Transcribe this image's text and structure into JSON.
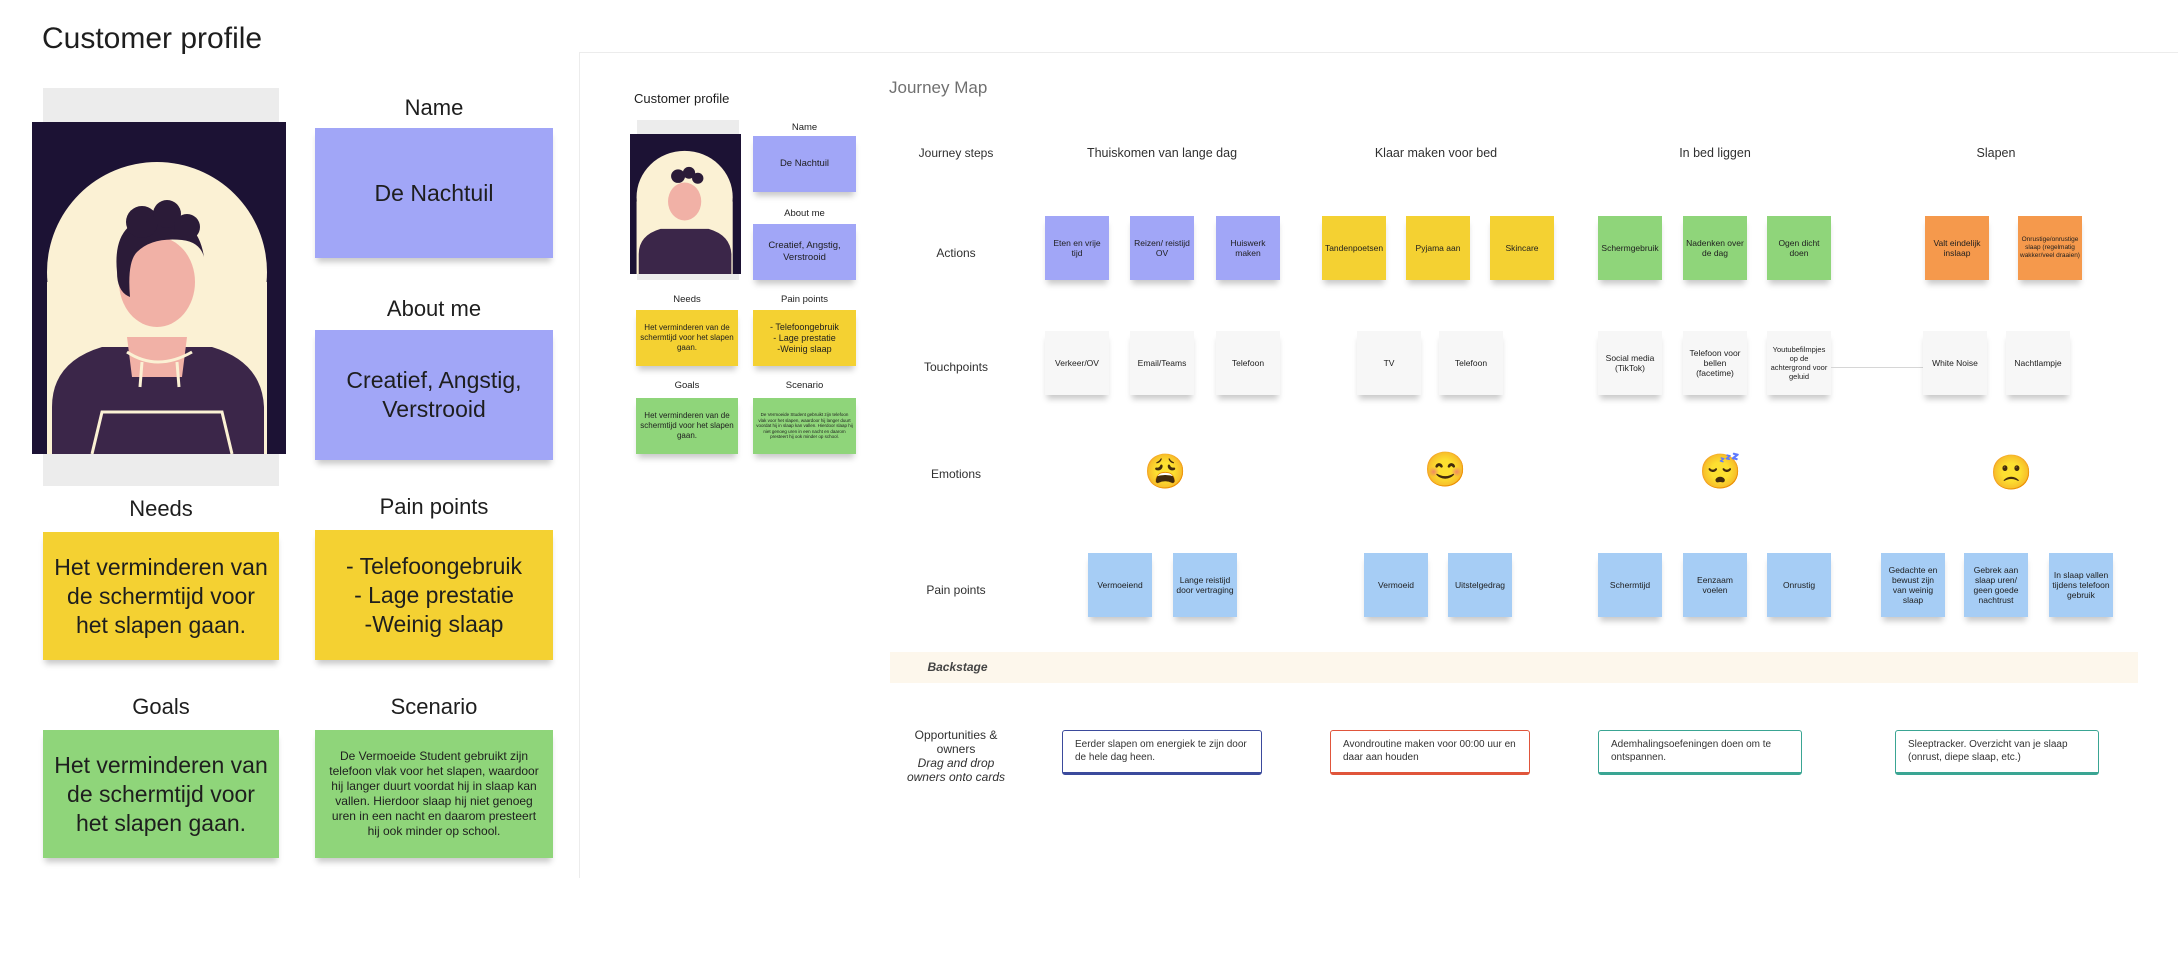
{
  "profile": {
    "title": "Customer profile",
    "name_label": "Name",
    "name_value": "De Nachtuil",
    "about_label": "About me",
    "about_value": "Creatief, Angstig, Verstrooid",
    "needs_label": "Needs",
    "needs_value": "Het verminderen van de schermtijd voor het slapen gaan.",
    "pain_label": "Pain points",
    "pain_value": "- Telefoongebruik\n- Lage prestatie\n-Weinig slaap",
    "goals_label": "Goals",
    "goals_value": "Het verminderen van de schermtijd voor het slapen gaan.",
    "scenario_label": "Scenario",
    "scenario_value": "De Vermoeide Student gebruikt zijn telefoon vlak voor het slapen, waardoor hij langer duurt voordat hij in slaap kan vallen. Hierdoor slaap hij niet genoeg uren in een nacht en daarom presteert hij ook minder op school."
  },
  "mini_profile": {
    "title": "Customer profile",
    "name_label": "Name",
    "name_value": "De Nachtuil",
    "about_label": "About me",
    "about_value": "Creatief, Angstig, Verstrooid",
    "needs_label": "Needs",
    "needs_value": "Het verminderen van de schermtijd voor het slapen gaan.",
    "pain_label": "Pain points",
    "pain_value": "- Telefoongebruik\n- Lage prestatie\n-Weinig slaap",
    "goals_label": "Goals",
    "goals_value": "Het verminderen van de schermtijd voor het slapen gaan.",
    "scenario_label": "Scenario",
    "scenario_value": "De Vermoeide Student gebruikt zijn telefoon vlak voor het slapen, waardoor hij langer duurt voordat hij in slaap kan vallen. Hierdoor slaap hij niet genoeg uren in een nacht en daarom presteert hij ook minder op school."
  },
  "journey": {
    "title": "Journey Map",
    "row_labels": {
      "steps": "Journey steps",
      "actions": "Actions",
      "touchpoints": "Touchpoints",
      "emotions": "Emotions",
      "pain_points": "Pain points",
      "backstage": "Backstage",
      "opportunities_1": "Opportunities &",
      "opportunities_2": "owners",
      "opportunities_3": "Drag and drop",
      "opportunities_4": "owners onto cards"
    },
    "steps": [
      "Thuiskomen van lange dag",
      "Klaar maken voor bed",
      "In bed liggen",
      "Slapen"
    ],
    "actions": [
      "Eten en vrije tijd",
      "Reizen/ reistijd OV",
      "Huiswerk maken",
      "Tandenpoetsen",
      "Pyjama aan",
      "Skincare",
      "Schermgebruik",
      "Nadenken over de dag",
      "Ogen dicht doen",
      "Valt eindelijk inslaap",
      "Onrustige/onrustige slaap (regelmatig wakker/veel draaien)"
    ],
    "touchpoints": [
      "Verkeer/OV",
      "Email/Teams",
      "Telefoon",
      "TV",
      "Telefoon",
      "Social media (TikTok)",
      "Telefoon voor bellen (facetime)",
      "Youtubefilmpjes op de achtergrond voor geluid",
      "White Noise",
      "Nachtlampje"
    ],
    "emotions": [
      "😩",
      "😊",
      "😴",
      "🙁"
    ],
    "pain_points": [
      "Vermoeiend",
      "Lange reistijd door vertraging",
      "Vermoeid",
      "Uitstelgedrag",
      "Schermtijd",
      "Eenzaam voelen",
      "Onrustig",
      "Gedachte en bewust zijn van weinig slaap",
      "Gebrek aan slaap uren/ geen goede nachtrust",
      "In slaap vallen tijdens telefoon gebruik"
    ],
    "opportunities": [
      "Eerder slapen om energiek te zijn door de hele dag heen.",
      "Avondroutine maken voor 00:00 uur en daar aan houden",
      "Ademhalingsoefeningen doen om te ontspannen.",
      "Sleeptracker. Overzicht van je slaap (onrust, diepe slaap, etc.)"
    ]
  },
  "colors": {
    "purple": "#a1a6f7",
    "yellow": "#f4d132",
    "green": "#8fd57a",
    "blue": "#a6cdf5",
    "orange": "#f5994c",
    "opp_blue": "#3b4a9c",
    "opp_red": "#e0553b",
    "opp_teal": "#3aa593"
  }
}
